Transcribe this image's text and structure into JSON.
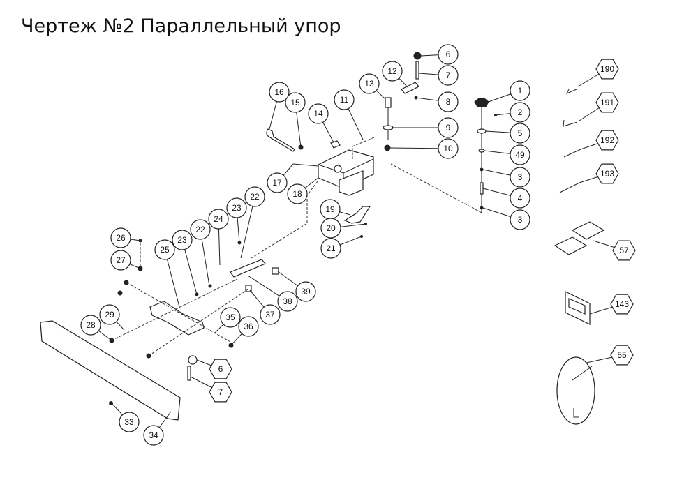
{
  "title": "Чертеж №2 Параллельный упор",
  "callouts": [
    {
      "label": "1",
      "shape": "circle"
    },
    {
      "label": "2",
      "shape": "circle"
    },
    {
      "label": "5",
      "shape": "circle"
    },
    {
      "label": "49",
      "shape": "circle"
    },
    {
      "label": "3",
      "shape": "circle"
    },
    {
      "label": "4",
      "shape": "circle"
    },
    {
      "label": "3",
      "shape": "circle"
    },
    {
      "label": "6",
      "shape": "circle"
    },
    {
      "label": "7",
      "shape": "circle"
    },
    {
      "label": "8",
      "shape": "circle"
    },
    {
      "label": "9",
      "shape": "circle"
    },
    {
      "label": "10",
      "shape": "circle"
    },
    {
      "label": "12",
      "shape": "circle"
    },
    {
      "label": "13",
      "shape": "circle"
    },
    {
      "label": "11",
      "shape": "circle"
    },
    {
      "label": "14",
      "shape": "circle"
    },
    {
      "label": "15",
      "shape": "circle"
    },
    {
      "label": "16",
      "shape": "circle"
    },
    {
      "label": "17",
      "shape": "circle"
    },
    {
      "label": "18",
      "shape": "circle"
    },
    {
      "label": "19",
      "shape": "circle"
    },
    {
      "label": "20",
      "shape": "circle"
    },
    {
      "label": "21",
      "shape": "circle"
    },
    {
      "label": "22",
      "shape": "circle"
    },
    {
      "label": "23",
      "shape": "circle"
    },
    {
      "label": "24",
      "shape": "circle"
    },
    {
      "label": "22",
      "shape": "circle"
    },
    {
      "label": "23",
      "shape": "circle"
    },
    {
      "label": "25",
      "shape": "circle"
    },
    {
      "label": "26",
      "shape": "circle"
    },
    {
      "label": "27",
      "shape": "circle"
    },
    {
      "label": "28",
      "shape": "circle"
    },
    {
      "label": "29",
      "shape": "circle"
    },
    {
      "label": "35",
      "shape": "circle"
    },
    {
      "label": "36",
      "shape": "circle"
    },
    {
      "label": "37",
      "shape": "circle"
    },
    {
      "label": "38",
      "shape": "circle"
    },
    {
      "label": "39",
      "shape": "circle"
    },
    {
      "label": "33",
      "shape": "circle"
    },
    {
      "label": "34",
      "shape": "circle"
    },
    {
      "label": "6",
      "shape": "hexagon"
    },
    {
      "label": "7",
      "shape": "hexagon"
    },
    {
      "label": "190",
      "shape": "hexagon"
    },
    {
      "label": "191",
      "shape": "hexagon"
    },
    {
      "label": "192",
      "shape": "hexagon"
    },
    {
      "label": "193",
      "shape": "hexagon"
    },
    {
      "label": "57",
      "shape": "hexagon"
    },
    {
      "label": "143",
      "shape": "hexagon"
    },
    {
      "label": "55",
      "shape": "hexagon"
    }
  ]
}
